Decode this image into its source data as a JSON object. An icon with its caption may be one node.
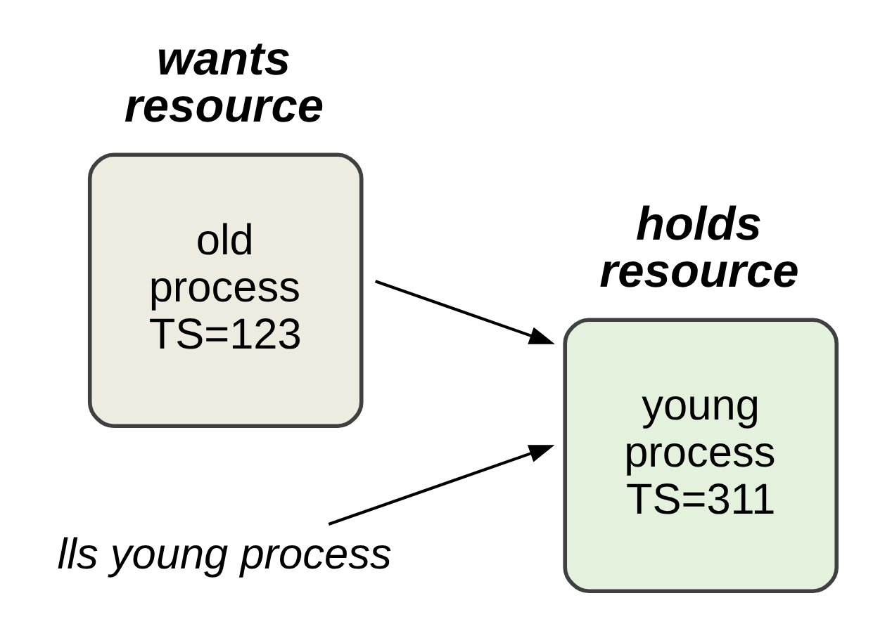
{
  "diagram": {
    "nodes": [
      {
        "text": [
          "wants resource",
          "old process TS=123"
        ]
      },
      {
        "text": [
          "holds resource",
          "young process TS=311"
        ]
      },
      {
        "text": [
          "lls young process"
        ]
      }
    ],
    "edges": [
      {
        "from": 0,
        "to": 1,
        "arrow": "to"
      },
      {
        "from": 2,
        "to": 1,
        "arrow": "to"
      }
    ]
  }
}
